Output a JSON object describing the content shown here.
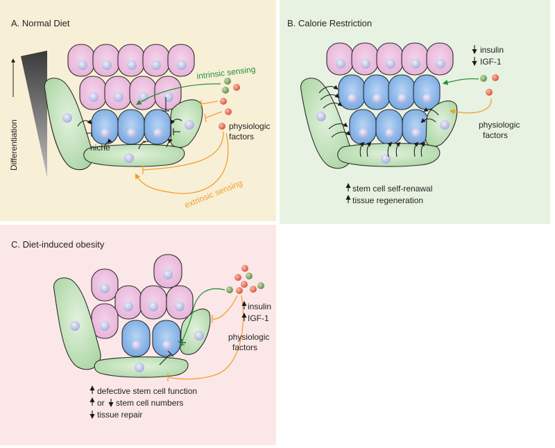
{
  "panels": {
    "a": {
      "title": "A.   Normal Diet",
      "axis_label": "Differentiation",
      "niche_label": "niche",
      "intrinsic_label": "intrinsic sensing",
      "extrinsic_label": "extrinsic sensing",
      "factors_line1": "physiologic",
      "factors_line2": "factors"
    },
    "b": {
      "title": "B.   Calorie Restriction",
      "insulin_label": "insulin",
      "igf_label": "IGF-1",
      "factors_line1": "physiologic",
      "factors_line2": "factors",
      "outcome1": "stem cell self-renawal",
      "outcome2": "tissue regeneration"
    },
    "c": {
      "title": "C.   Diet-induced obesity",
      "insulin_label": "insulin",
      "igf_label": "IGF-1",
      "factors_line1": "physiologic",
      "factors_line2": "factors",
      "outcome1": "defective stem cell function",
      "outcome2_or": "or",
      "outcome2_rest": "stem cell numbers",
      "outcome3": "tissue repair"
    }
  },
  "colors": {
    "panel_a_bg": "#f8efd7",
    "panel_b_bg": "#e7f2e2",
    "panel_c_bg": "#fbe7e8",
    "differentiated_cell": "#e9b9dc",
    "stem_cell": "#8fb9e8",
    "niche_cell": "#b7deb1",
    "nucleus": "#c5c8ea",
    "intrinsic_arrow": "#23913a",
    "extrinsic_arrow": "#f0a02a",
    "factor_green": "#86a56c",
    "factor_red": "#e8735a"
  }
}
